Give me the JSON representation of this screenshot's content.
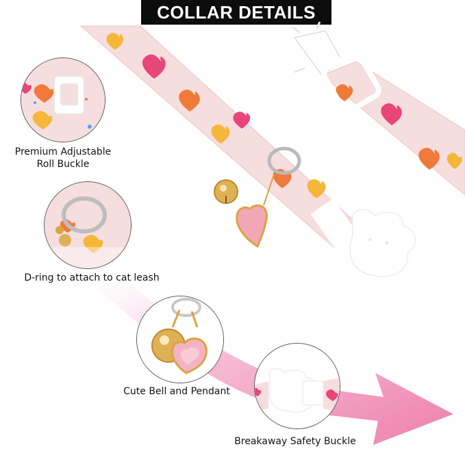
{
  "banner": {
    "title": "COLLAR DETAILS"
  },
  "features": [
    {
      "label_line1": "Premium Adjustable",
      "label_line2": "Roll Buckle",
      "icon": "roll-buckle"
    },
    {
      "label": "D-ring to attach to cat leash",
      "icon": "d-ring"
    },
    {
      "label": "Cute Bell and Pendant",
      "icon": "bell-pendant"
    },
    {
      "label": "Breakaway Safety Buckle",
      "icon": "safety-buckle"
    }
  ],
  "colors": {
    "collar_fabric": "#f6dede",
    "heart_orange": "#f07a3a",
    "heart_pink": "#e8457a",
    "heart_yellow": "#f5b63a",
    "arrow_pink": "#f08ab4",
    "buckle_white": "#ffffff",
    "gold": "#d9a441"
  }
}
